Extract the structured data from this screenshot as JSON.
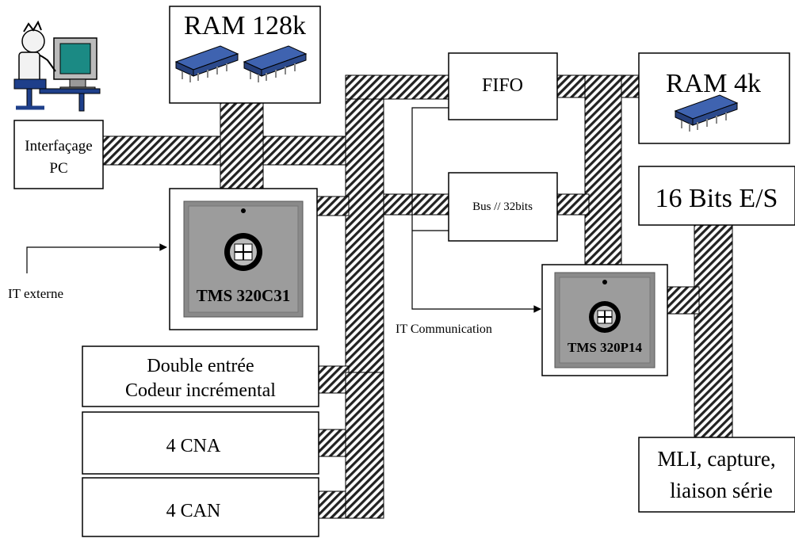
{
  "blocks": {
    "ram128": "RAM 128k",
    "interface_line1": "Interfaçage",
    "interface_line2": "PC",
    "dsp_main": "TMS 320C31",
    "it_externe": "IT externe",
    "codeur_line1": "Double entrée",
    "codeur_line2": "Codeur incrémental",
    "cna": "4 CNA",
    "can": "4 CAN",
    "fifo": "FIFO",
    "bus32": "Bus  // 32bits",
    "ram4": "RAM 4k",
    "io16": "16 Bits E/S",
    "it_comm": "IT Communication",
    "dsp_slave": "TMS 320P14",
    "mli_line1": "MLI, capture,",
    "mli_line2": "liaison série"
  }
}
